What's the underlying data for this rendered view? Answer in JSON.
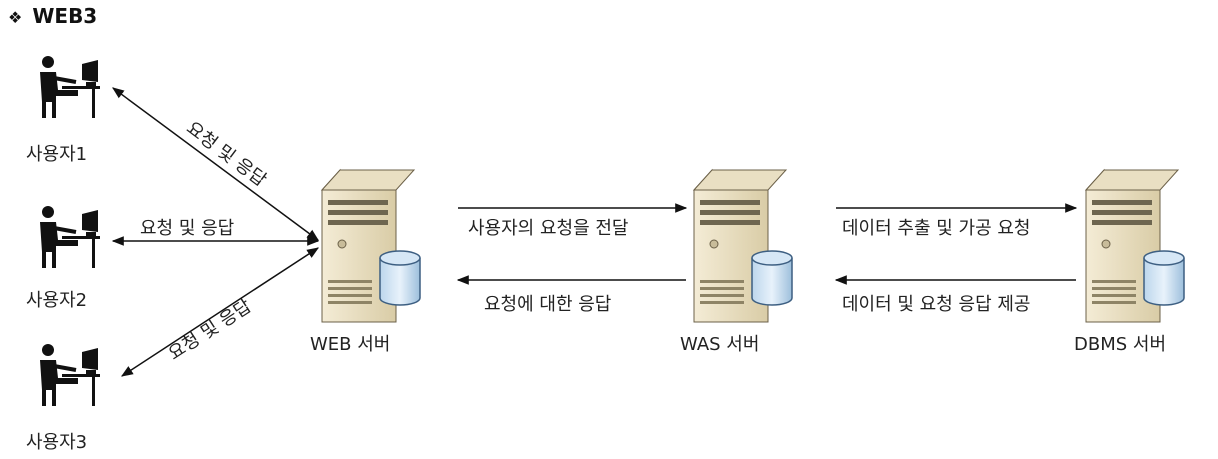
{
  "title": "WEB3",
  "title_bullet": "❖",
  "users": [
    {
      "label": "사용자1"
    },
    {
      "label": "사용자2"
    },
    {
      "label": "사용자3"
    }
  ],
  "servers": {
    "web": "WEB 서버",
    "was": "WAS 서버",
    "dbms": "DBMS 서버"
  },
  "edges": {
    "user1_web": "요청 및 응답",
    "user2_web": "요청 및 응답",
    "user3_web": "요청 및 응답",
    "web_to_was": "사용자의 요청을 전달",
    "was_to_web": "요청에 대한 응답",
    "was_to_dbms": "데이터 추출 및 가공 요청",
    "dbms_to_was": "데이터 및 요청 응답 제공"
  }
}
